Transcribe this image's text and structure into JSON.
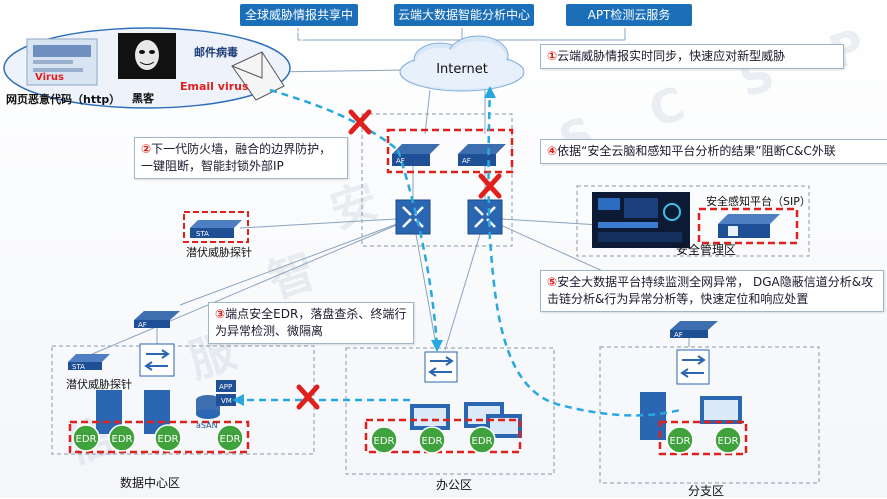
{
  "services": [
    "全球威胁情报共享中心",
    "云端大数据智能分析中心",
    "APT检测云服务"
  ],
  "internet": "Internet",
  "threats": {
    "web_malware_label": "网页恶意代码（http）",
    "hacker_label": "黑客",
    "email_label": "邮件病毒",
    "virus_text": "Virus",
    "email_virus_text": "Email virus"
  },
  "callouts": [
    {
      "num": "①",
      "text": "云端威胁情报实时同步，快速应对新型威胁"
    },
    {
      "num": "②",
      "text": "下一代防火墙，融合的边界防护，一键阻断，智能封锁外部IP"
    },
    {
      "num": "③",
      "text": "端点安全EDR，落盘查杀、终端行为异常检测、微隔离"
    },
    {
      "num": "④",
      "text": "依据“安全云脑和感知平台分析的结果”阻断C&C外联"
    },
    {
      "num": "⑤",
      "text": "安全大数据平台持续监测全网异常， DGA隐蔽信道分析&攻击链分析&行为异常分析等，快速定位和响应处置"
    }
  ],
  "devices": {
    "af": "AF",
    "sta": "STA",
    "edr": "EDR",
    "app": "APP",
    "vm": "VM",
    "asan": "aSAN"
  },
  "labels": {
    "sta_probe": "潜伏威胁探针",
    "sip": "安全感知平台（SIP）",
    "mgmt_zone": "安全管理区",
    "datacenter": "数据中心区",
    "office": "办公区",
    "branch": "分支区"
  },
  "watermark": [
    "信",
    "服",
    "智",
    "安",
    "S",
    "C",
    "S",
    "P"
  ],
  "colors": {
    "accent_blue": "#1b6fb8",
    "alert_red": "#e0201c",
    "edr_green": "#3fa23c",
    "flow_cyan": "#27a8e0"
  }
}
